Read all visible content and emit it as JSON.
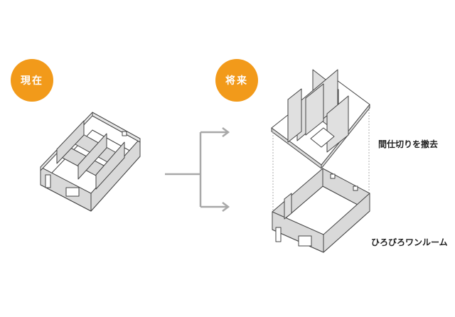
{
  "badges": {
    "current": "現在",
    "future": "将来"
  },
  "labels": {
    "remove_partitions": "間仕切りを撤去",
    "one_room": "ひろびろワンルーム"
  },
  "colors": {
    "badge": "#f29a1a",
    "arrow": "#a8a8a8",
    "wall": "#d9d9d9",
    "line": "#444444"
  }
}
